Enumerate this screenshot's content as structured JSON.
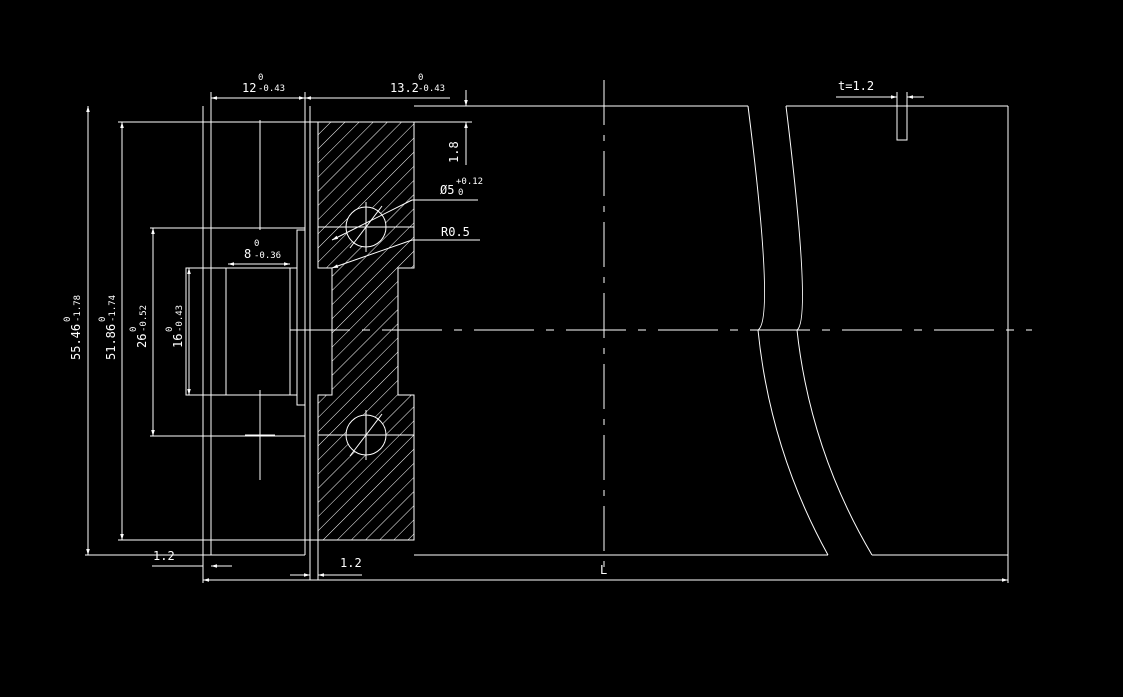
{
  "colors": {
    "background": "#000000",
    "line": "#ffffff",
    "hatch": "#ffffff"
  },
  "dimensions": {
    "top_width_left": {
      "base": "12",
      "upper": "0",
      "lower": "-0.43"
    },
    "top_width_right": {
      "base": "13.2",
      "upper": "0",
      "lower": "-0.43"
    },
    "slot_width": {
      "base": "8",
      "upper": "0",
      "lower": "-0.36"
    },
    "height_overall": {
      "base": "55.46",
      "upper": "0",
      "lower": "-1.78"
    },
    "height_inner": {
      "base": "51.86",
      "upper": "0",
      "lower": "-1.74"
    },
    "height_mid": {
      "base": "26",
      "upper": "0",
      "lower": "-0.52"
    },
    "height_slot": {
      "base": "16",
      "upper": "0",
      "lower": "-0.43"
    },
    "offset_top": "1.8",
    "hole_dia": {
      "base": "Ø5",
      "upper": "+0.12",
      "lower": "0"
    },
    "fillet_radius": "R0.5",
    "left_thickness": "1.2",
    "web_thickness": "1.2",
    "total_length": "L",
    "sheet_thickness": "t=1.2"
  }
}
